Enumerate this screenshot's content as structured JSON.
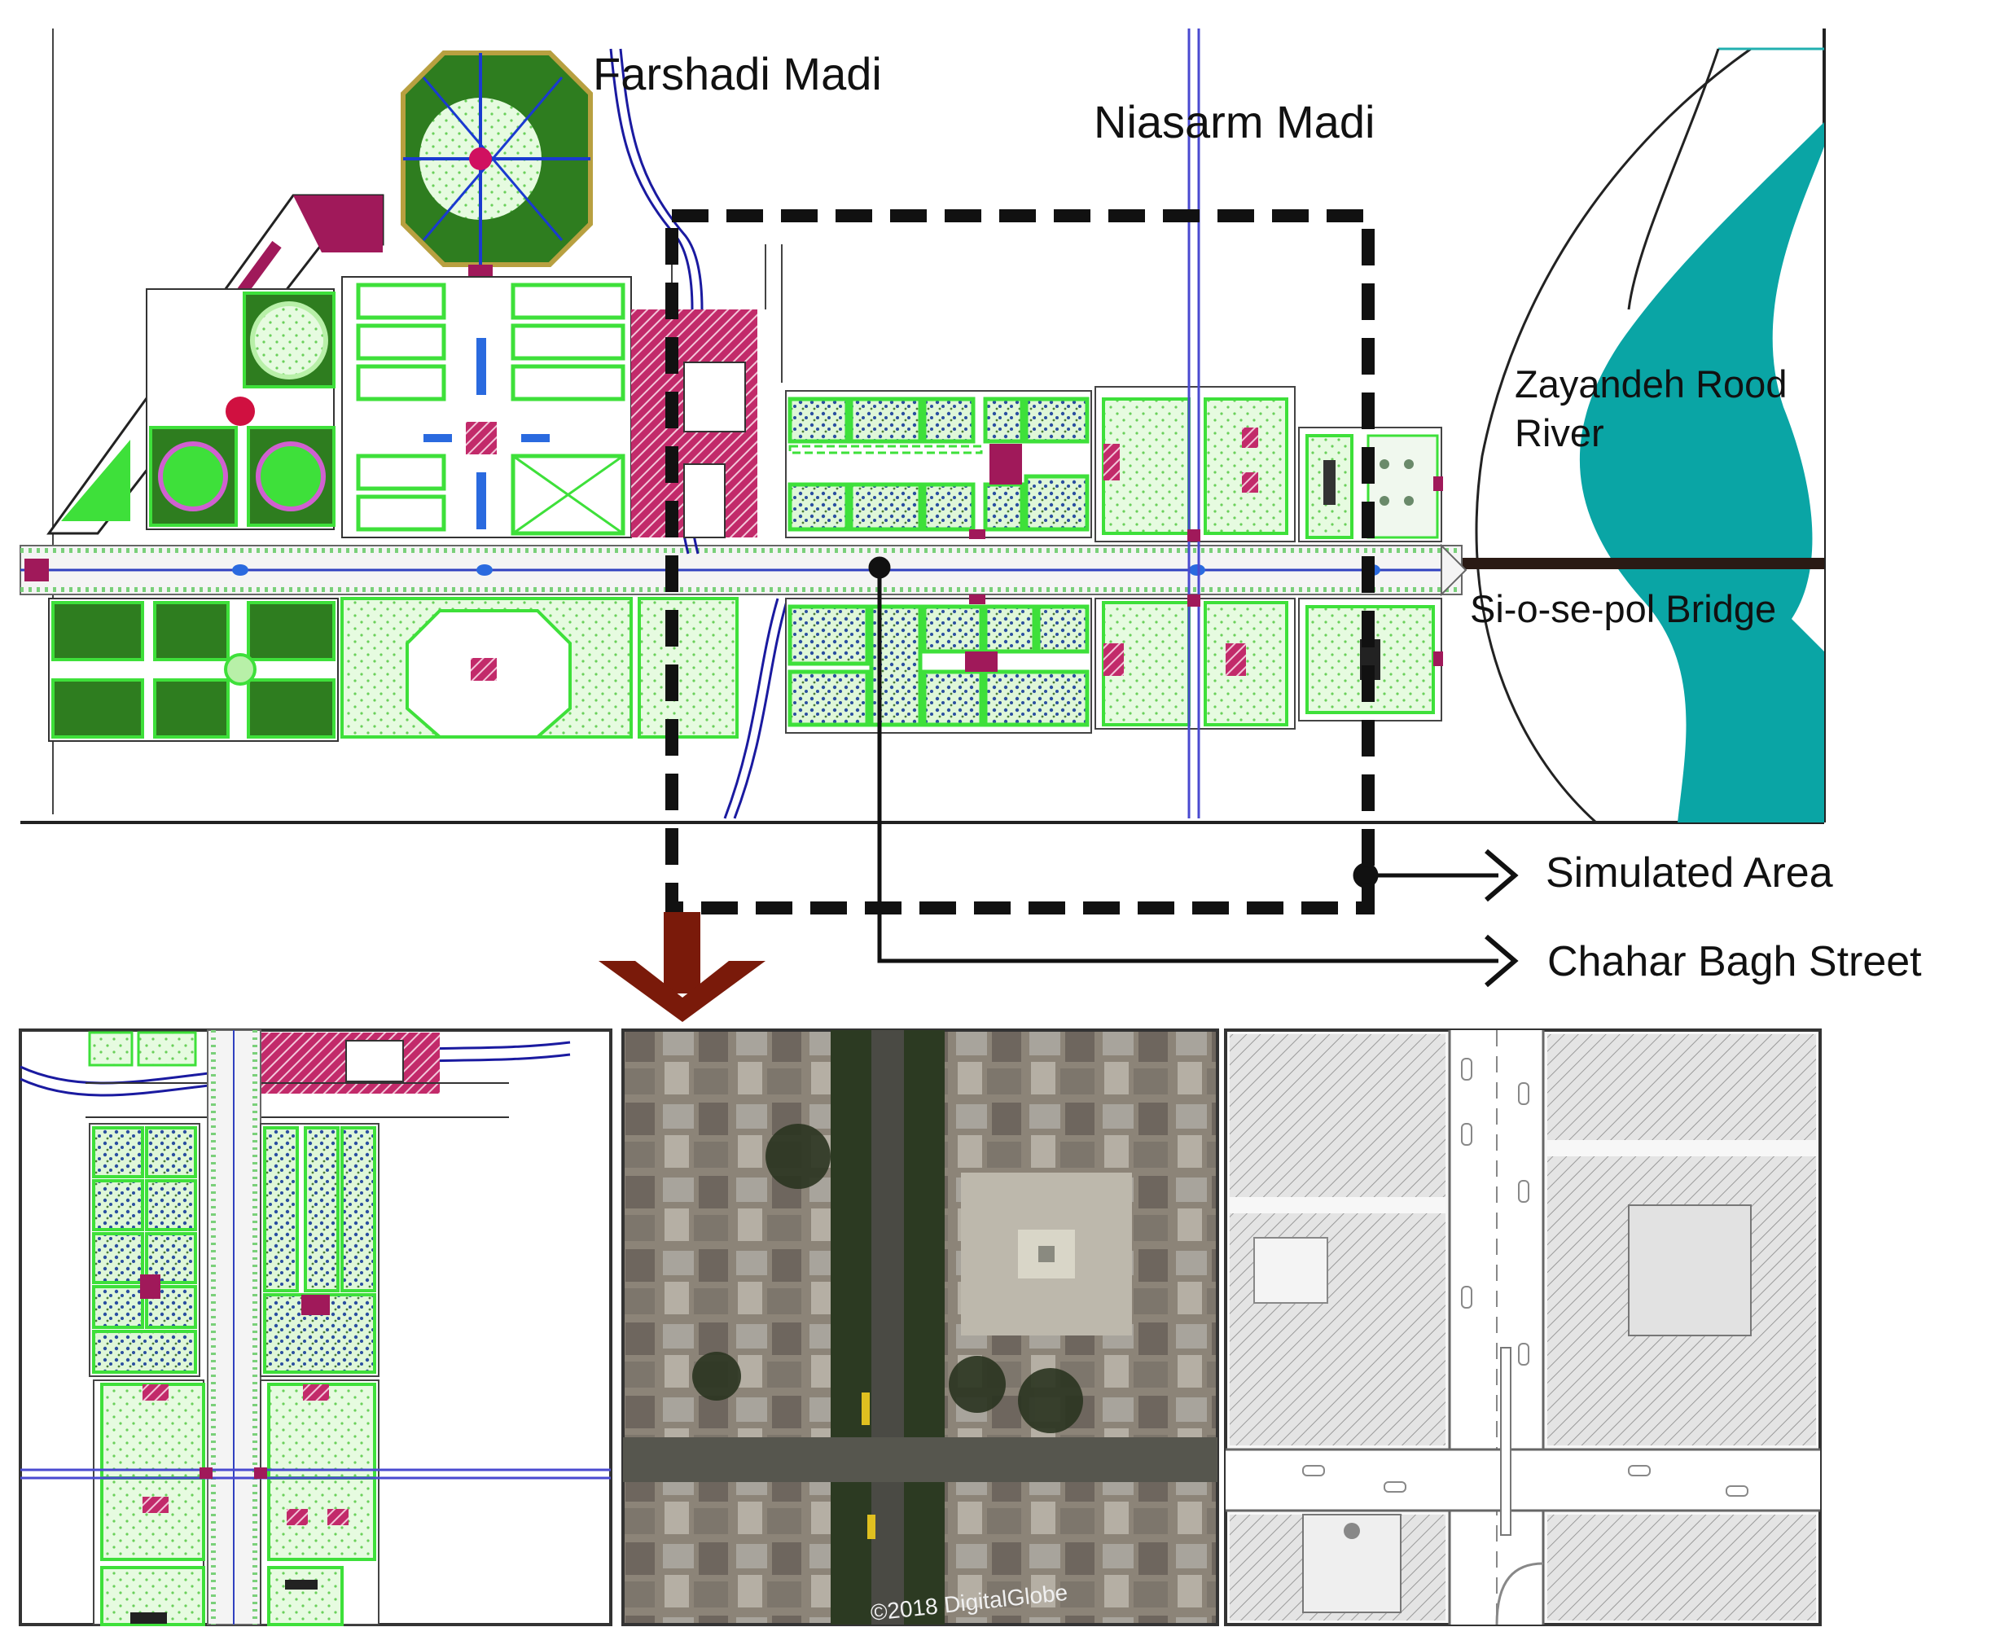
{
  "labels": {
    "farshadi": "Farshadi Madi",
    "niasarm": "Niasarm Madi",
    "zayandeh_line1": "Zayandeh Rood",
    "zayandeh_line2": "River",
    "bridge": "Si-o-se-pol Bridge",
    "simulated": "Simulated Area",
    "chahar_bagh": "Chahar Bagh Street",
    "watermark": "©2018 DigitalGlobe"
  },
  "colors": {
    "garden_green": "#2e7d1f",
    "light_green": "#b8f0a8",
    "bright_green": "#3ee03a",
    "maroon": "#a0195a",
    "river": "#0aa5a5",
    "canal": "#1a1aa0",
    "arrow": "#7a1a0a",
    "outline": "#111111"
  },
  "icons": {
    "pointer": "arrow-right-icon",
    "zoom": "arrow-down-icon"
  }
}
